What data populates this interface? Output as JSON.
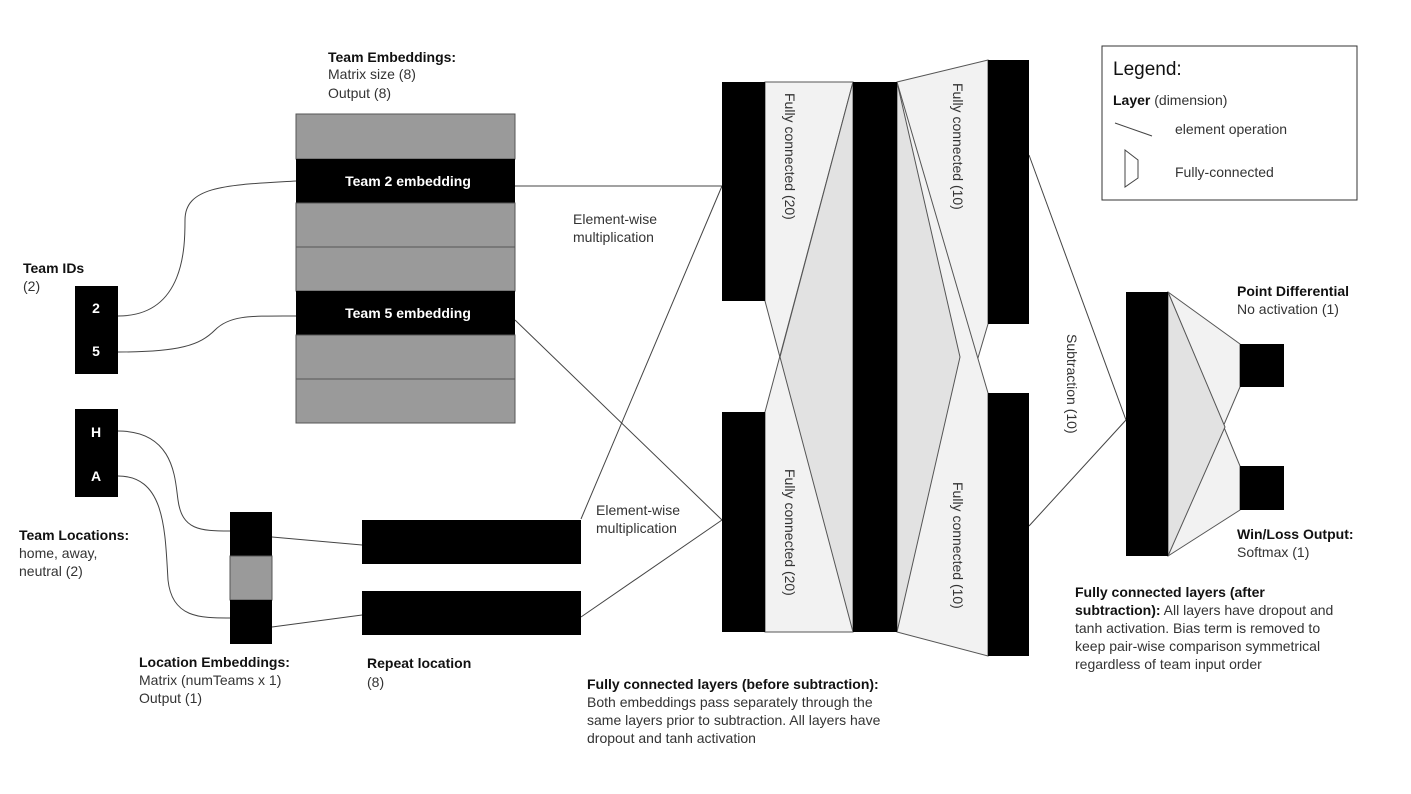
{
  "team_embeddings": {
    "title": "Team Embeddings:",
    "line1": "Matrix size (8)",
    "line2": "Output (8)",
    "row_team2": "Team 2 embedding",
    "row_team5": "Team 5  embedding"
  },
  "team_ids": {
    "title": "Team IDs",
    "sub": "(2)",
    "id1": "2",
    "id2": "5"
  },
  "team_locations": {
    "title": "Team Locations:",
    "line1": "home, away,",
    "line2": "neutral (2)",
    "h": "H",
    "a": "A"
  },
  "location_embeddings": {
    "title": "Location Embeddings:",
    "line1": "Matrix (numTeams x 1)",
    "line2": "Output (1)"
  },
  "repeat_location": {
    "title": "Repeat location",
    "sub": "(8)"
  },
  "elementwise_top": {
    "line1": "Element-wise",
    "line2": "multiplication"
  },
  "elementwise_bottom": {
    "line1": "Element-wise",
    "line2": "multiplication"
  },
  "fc_labels": {
    "fc20_top": "Fully connected (20)",
    "fc20_bottom": "Fully connected (20)",
    "fc10_top": "Fully connected (10)",
    "fc10_bottom": "Fully connected (10)",
    "subtraction": "Subtraction (10)"
  },
  "outputs": {
    "point_title": "Point Differential",
    "point_sub": "No activation (1)",
    "winloss_title": "Win/Loss Output:",
    "winloss_sub": "Softmax (1)"
  },
  "before_sub_note": {
    "title": "Fully connected layers (before subtraction):",
    "line1": "Both embeddings pass separately through the",
    "line2": "same layers prior to subtraction. All layers have",
    "line3": "dropout and tanh activation"
  },
  "after_sub_note": {
    "title1": "Fully connected layers (after",
    "title2": "subtraction):",
    "line1_rest": " All layers have dropout and",
    "line2": "tanh activation. Bias term is removed to",
    "line3": "keep pair-wise comparison symmetrical",
    "line4": "regardless of team input order"
  },
  "legend": {
    "title": "Legend:",
    "layer_bold": "Layer",
    "layer_rest": " (dimension)",
    "element_op": "element operation",
    "fully_connected": "Fully-connected"
  }
}
